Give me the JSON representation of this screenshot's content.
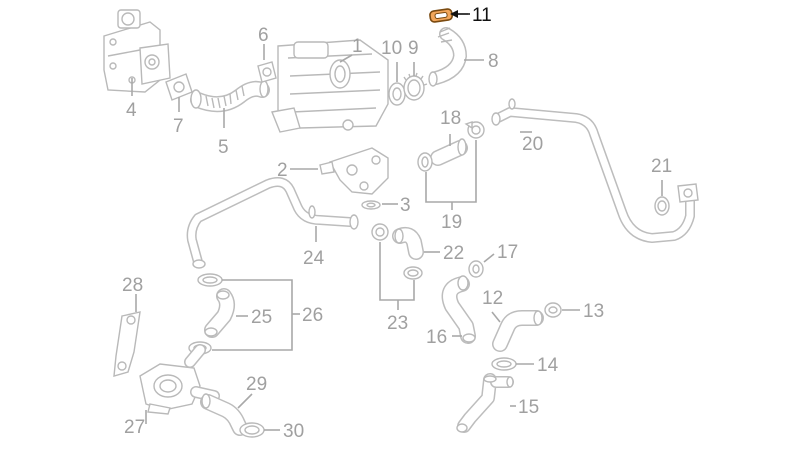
{
  "highlight_color": "#f2a65a",
  "label_color": "#a0a0a0",
  "highlighted_part": "11",
  "callouts": [
    {
      "id": "c1",
      "label": "1"
    },
    {
      "id": "c2",
      "label": "2"
    },
    {
      "id": "c3",
      "label": "3"
    },
    {
      "id": "c4",
      "label": "4"
    },
    {
      "id": "c5",
      "label": "5"
    },
    {
      "id": "c6",
      "label": "6"
    },
    {
      "id": "c7",
      "label": "7"
    },
    {
      "id": "c8",
      "label": "8"
    },
    {
      "id": "c9",
      "label": "9"
    },
    {
      "id": "c10",
      "label": "10"
    },
    {
      "id": "c11",
      "label": "11"
    },
    {
      "id": "c12",
      "label": "12"
    },
    {
      "id": "c13",
      "label": "13"
    },
    {
      "id": "c14",
      "label": "14"
    },
    {
      "id": "c15",
      "label": "15"
    },
    {
      "id": "c16",
      "label": "16"
    },
    {
      "id": "c17",
      "label": "17"
    },
    {
      "id": "c18",
      "label": "18"
    },
    {
      "id": "c19",
      "label": "19"
    },
    {
      "id": "c20",
      "label": "20"
    },
    {
      "id": "c21",
      "label": "21"
    },
    {
      "id": "c22",
      "label": "22"
    },
    {
      "id": "c23",
      "label": "23"
    },
    {
      "id": "c24",
      "label": "24"
    },
    {
      "id": "c25",
      "label": "25"
    },
    {
      "id": "c26",
      "label": "26"
    },
    {
      "id": "c27",
      "label": "27"
    },
    {
      "id": "c28",
      "label": "28"
    },
    {
      "id": "c29",
      "label": "29"
    },
    {
      "id": "c30",
      "label": "30"
    }
  ]
}
